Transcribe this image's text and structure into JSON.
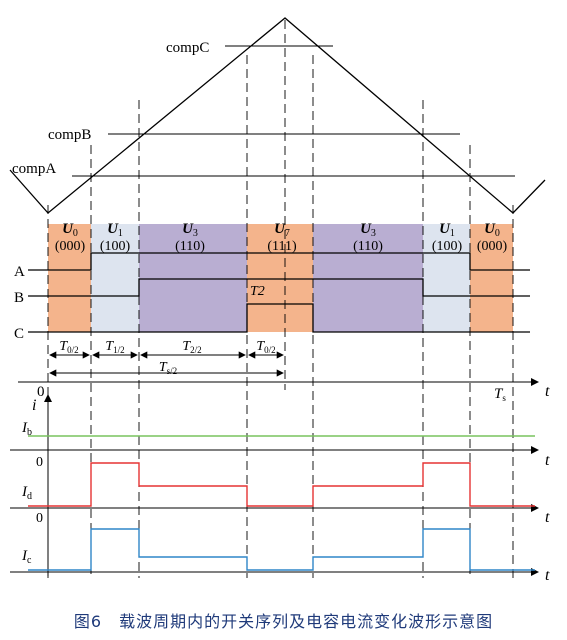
{
  "labels": {
    "compC": "compC",
    "compB": "compB",
    "compA": "compA",
    "A": "A",
    "B": "B",
    "C": "C",
    "origin": "0",
    "i_axis": "i",
    "t": "t",
    "Ts_main": "T",
    "Ts_sub": "s",
    "Ib_main": "I",
    "Ib_sub": "b",
    "Id_main": "I",
    "Id_sub": "d",
    "Ic_main": "I",
    "Ic_sub": "c",
    "zero": "0",
    "T2_marker": "T2"
  },
  "segments": [
    {
      "vec": "U",
      "sub": "0",
      "code": "(000)"
    },
    {
      "vec": "U",
      "sub": "1",
      "code": "(100)"
    },
    {
      "vec": "U",
      "sub": "3",
      "code": "(110)"
    },
    {
      "vec": "U",
      "sub": "7",
      "code": "(111)"
    },
    {
      "vec": "U",
      "sub": "3",
      "code": "(110)"
    },
    {
      "vec": "U",
      "sub": "1",
      "code": "(100)"
    },
    {
      "vec": "U",
      "sub": "0",
      "code": "(000)"
    }
  ],
  "intervals": [
    {
      "main": "T",
      "sub": "0/2"
    },
    {
      "main": "T",
      "sub": "1/2"
    },
    {
      "main": "T",
      "sub": "2/2"
    },
    {
      "main": "T",
      "sub": "0/2"
    }
  ],
  "span": {
    "main": "T",
    "sub": "s/2"
  },
  "colors": {
    "zero_vector": "#f4b48c",
    "u1_vector": "#dde4ef",
    "u3_vector": "#b9aed2",
    "ib_line": "#79c35f",
    "id_line": "#e53333",
    "ic_line": "#2f86c8",
    "caption": "#1f3a7a"
  },
  "caption": "图6　载波周期内的开关序列及电容电流变化波形示意图"
}
